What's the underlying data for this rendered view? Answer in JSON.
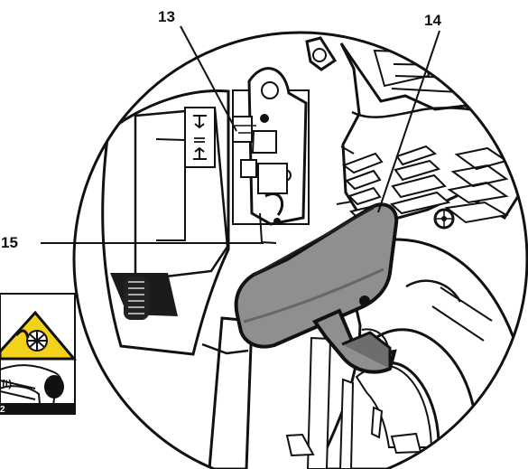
{
  "figure": {
    "callouts": [
      {
        "id": "13",
        "label": "13"
      },
      {
        "id": "14",
        "label": "14"
      },
      {
        "id": "15",
        "label": "15"
      }
    ],
    "side_card": {
      "partial_text": "ft)",
      "footer_number": "2"
    },
    "colors": {
      "ink": "#111111",
      "grey_handle": "#8f8f8f",
      "handle_dark": "#6d6d6d",
      "warning_yellow": "#f2d21b",
      "paper": "#ffffff"
    }
  }
}
